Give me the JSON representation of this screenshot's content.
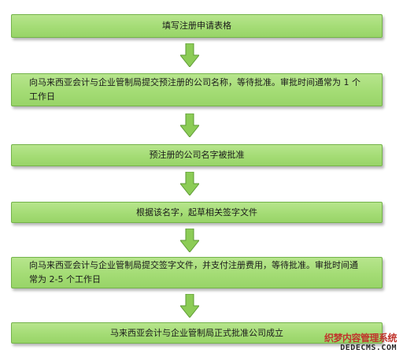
{
  "steps": [
    {
      "text": "填写注册申请表格"
    },
    {
      "text": "向马来西亚会计与企业管制局提交预注册的公司名称，等待批准。审批时间通常为 1 个工作日"
    },
    {
      "text": "预注册的公司名字被批准"
    },
    {
      "text": "根据该名字，起草相关签字文件"
    },
    {
      "text": "向马来西亚会计与企业管制局提交签字文件，并支付注册费用，等待批准。审批时间通常为 2-5 个工作日"
    },
    {
      "text": "马来西亚会计与企业管制局正式批准公司成立"
    }
  ],
  "watermark": {
    "cn": "织梦内容管理系统",
    "en": "DEDECMS.COM"
  },
  "colors": {
    "box_fill": "#a4dc75",
    "box_border": "#74b34a",
    "arrow_fill": "#8ccc56",
    "arrow_stroke": "#5e9a36"
  }
}
